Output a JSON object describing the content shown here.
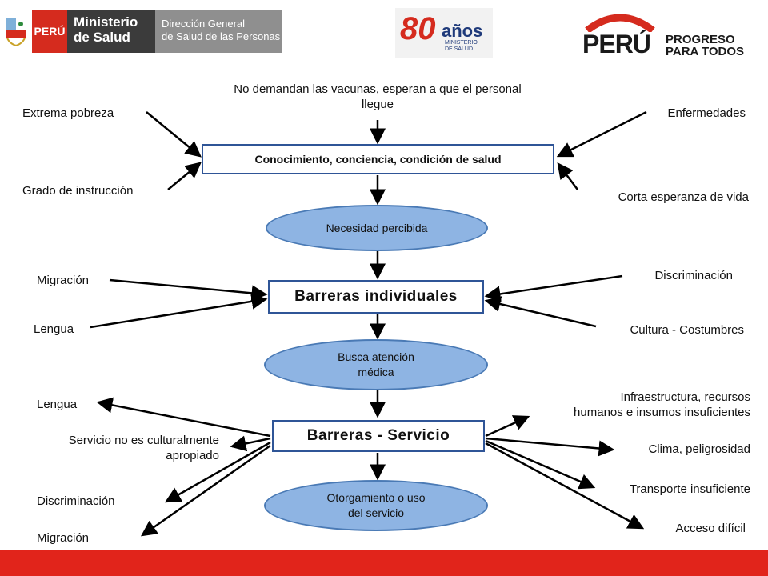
{
  "header": {
    "minsa": {
      "country": "PERÚ",
      "ministry_line1": "Ministerio",
      "ministry_line2": "de Salud",
      "direction_line1": "Dirección General",
      "direction_line2": "de Salud de las Personas"
    },
    "anniversary": {
      "number": "80",
      "word": "años",
      "sub1": "MINISTERIO",
      "sub2": "DE SALUD"
    },
    "brand": {
      "name": "PERÚ",
      "slogan1": "PROGRESO",
      "slogan2": "PARA TODOS"
    }
  },
  "diagram": {
    "top_note_line1": "No demandan las vacunas, esperan a que el personal",
    "top_note_line2": "llegue",
    "box1": "Conocimiento, conciencia, condición de salud",
    "ellipse1": "Necesidad percibida",
    "box2": "Barreras  individuales",
    "ellipse2_line1": "Busca atención",
    "ellipse2_line2": "médica",
    "box3": "Barreras  - Servicio",
    "ellipse3_line1": "Otorgamiento o uso",
    "ellipse3_line2": "del servicio",
    "left": {
      "pobreza": "Extrema pobreza",
      "instruccion": "Grado de instrucción",
      "migracion1": "Migración",
      "lengua1": "Lengua",
      "lengua2": "Lengua",
      "servicio_line1": "Servicio no es culturalmente",
      "servicio_line2": "apropiado",
      "discriminacion": "Discriminación",
      "migracion2": "Migración"
    },
    "right": {
      "enfermedades": "Enfermedades",
      "esperanza": "Corta esperanza de vida",
      "discriminacion": "Discriminación",
      "cultura": "Cultura - Costumbres",
      "infra_line1": "Infraestructura, recursos",
      "infra_line2": "humanos e insumos insuficientes",
      "clima": "Clima, peligrosidad",
      "transporte": "Transporte insuficiente",
      "acceso": "Acceso difícil"
    }
  },
  "colors": {
    "accent_red": "#e1241b",
    "box_border": "#2f5597",
    "ellipse_fill": "#8eb4e3"
  }
}
